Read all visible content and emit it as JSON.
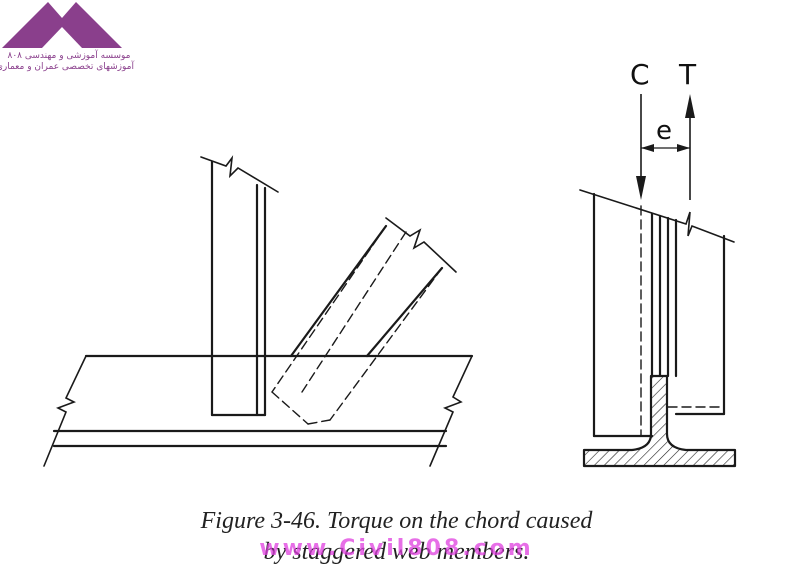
{
  "logo": {
    "line1": "موسسه آموزشی و مهندسی ۸۰۸",
    "line2": "آموزشهای تخصصی عمران و معماری",
    "color": "#8a3f8c"
  },
  "labels": {
    "compression": "C",
    "tension": "T",
    "eccentricity": "e"
  },
  "caption": {
    "line1": "Figure 3-46.  Torque on the chord caused",
    "line2": "by staggered web members."
  },
  "watermark": "www.Civil808.com"
}
